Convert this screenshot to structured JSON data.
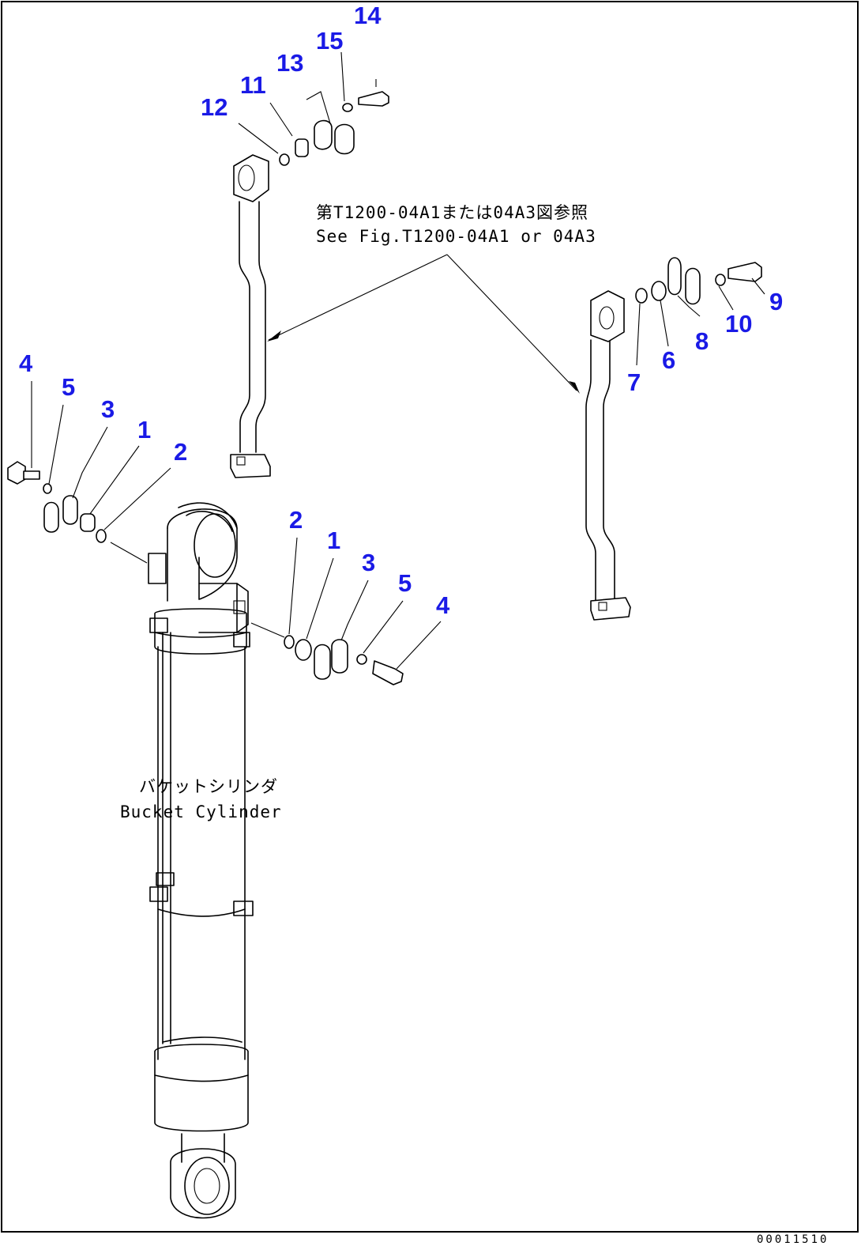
{
  "note": {
    "line_ja": "第T1200-04A1または04A3図参照",
    "line_en": "See Fig.T1200-04A1 or 04A3"
  },
  "cylinder": {
    "label_ja": "バケットシリンダ",
    "label_en": "Bucket Cylinder"
  },
  "callouts": {
    "top_hose": [
      "14",
      "15",
      "13",
      "11",
      "12"
    ],
    "right_hose": [
      "9",
      "10",
      "8",
      "6",
      "7"
    ],
    "left_fitting": [
      "4",
      "5",
      "3",
      "1",
      "2"
    ],
    "right_fitting": [
      "2",
      "1",
      "3",
      "5",
      "4"
    ]
  },
  "drawing_code": "00011510",
  "colors": {
    "callout": "#1a1ae6",
    "line": "#000000",
    "frame": "#000000"
  }
}
